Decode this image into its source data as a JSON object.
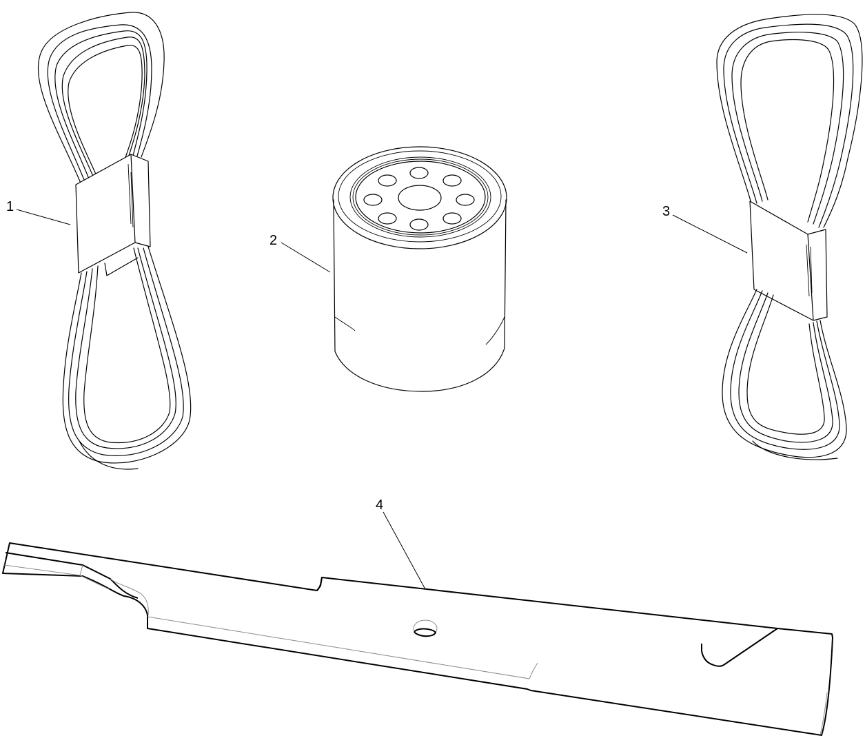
{
  "diagram": {
    "type": "parts-illustration",
    "background": "#ffffff",
    "line_color": "#000000",
    "parts": [
      {
        "id": "part-1",
        "callout": "1",
        "item": "drive belt (coiled, banded)"
      },
      {
        "id": "part-2",
        "callout": "2",
        "item": "oil filter"
      },
      {
        "id": "part-3",
        "callout": "3",
        "item": "drive belt (coiled, banded)"
      },
      {
        "id": "part-4",
        "callout": "4",
        "item": "mower blade"
      }
    ]
  }
}
